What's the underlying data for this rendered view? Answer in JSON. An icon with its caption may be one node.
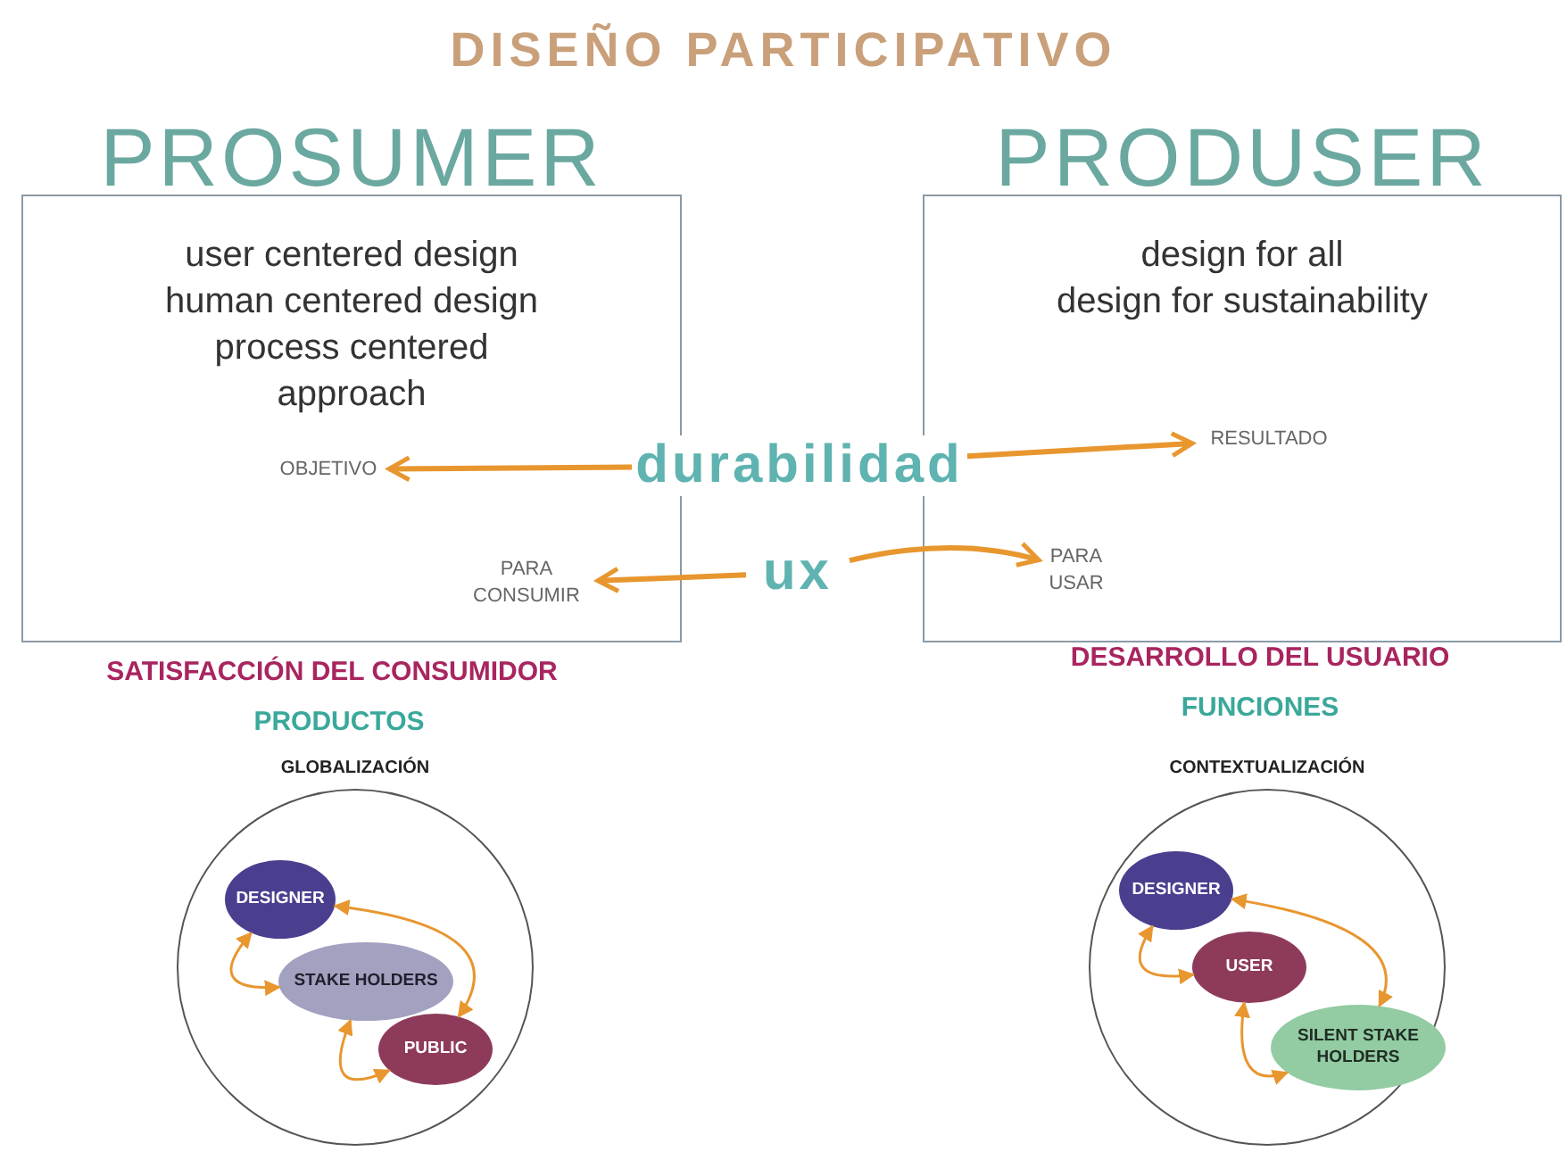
{
  "diagram": {
    "title": "DISEÑO PARTICIPATIVO",
    "nodes": [
      {
        "text": [
          "PROSUMER",
          "user centered design",
          "human centered design",
          "process centered approach"
        ]
      },
      {
        "text": [
          "OBJETIVO"
        ],
        "in": 0
      },
      {
        "text": [
          "PARA CONSUMIR"
        ],
        "in": 0
      },
      {
        "text": [
          "PRODUSER",
          "design for all",
          "design for sustainability"
        ]
      },
      {
        "text": [
          "RESULTADO"
        ],
        "in": 3
      },
      {
        "text": [
          "PARA USAR"
        ],
        "in": 3
      },
      {
        "text": [
          "durabilidad"
        ]
      },
      {
        "text": [
          "ux"
        ]
      },
      {
        "text": [
          "GLOBALIZACIÓN"
        ]
      },
      {
        "text": [
          "DESIGNER"
        ],
        "in": 8
      },
      {
        "text": [
          "STAKE HOLDERS"
        ],
        "in": 8
      },
      {
        "text": [
          "PUBLIC"
        ],
        "in": 8
      },
      {
        "text": [
          "CONTEXTUALIZACIÓN"
        ]
      },
      {
        "text": [
          "DESIGNER"
        ],
        "in": 12
      },
      {
        "text": [
          "USER"
        ],
        "in": 12
      },
      {
        "text": [
          "SILENT STAKE HOLDERS"
        ],
        "in": 12
      }
    ],
    "edges": [
      {
        "from": 6,
        "to": 1,
        "arrow": "to",
        "style": "thick"
      },
      {
        "from": 6,
        "to": 4,
        "arrow": "to",
        "style": "thick"
      },
      {
        "from": 7,
        "to": 2,
        "arrow": "to",
        "style": "thick"
      },
      {
        "from": 7,
        "to": 5,
        "arrow": "to",
        "style": "thick"
      },
      {
        "from": 9,
        "to": 11,
        "arrow": "both"
      },
      {
        "from": 9,
        "to": 10,
        "arrow": "both"
      },
      {
        "from": 10,
        "to": 11,
        "arrow": "both"
      },
      {
        "from": 13,
        "to": 15,
        "arrow": "both"
      },
      {
        "from": 13,
        "to": 14,
        "arrow": "both"
      },
      {
        "from": 14,
        "to": 15,
        "arrow": "both"
      }
    ],
    "labels": [
      "SATISFACCIÓN DEL CONSUMIDOR",
      "PRODUCTOS",
      "DESARROLLO DEL USUARIO",
      "FUNCIONES"
    ]
  }
}
